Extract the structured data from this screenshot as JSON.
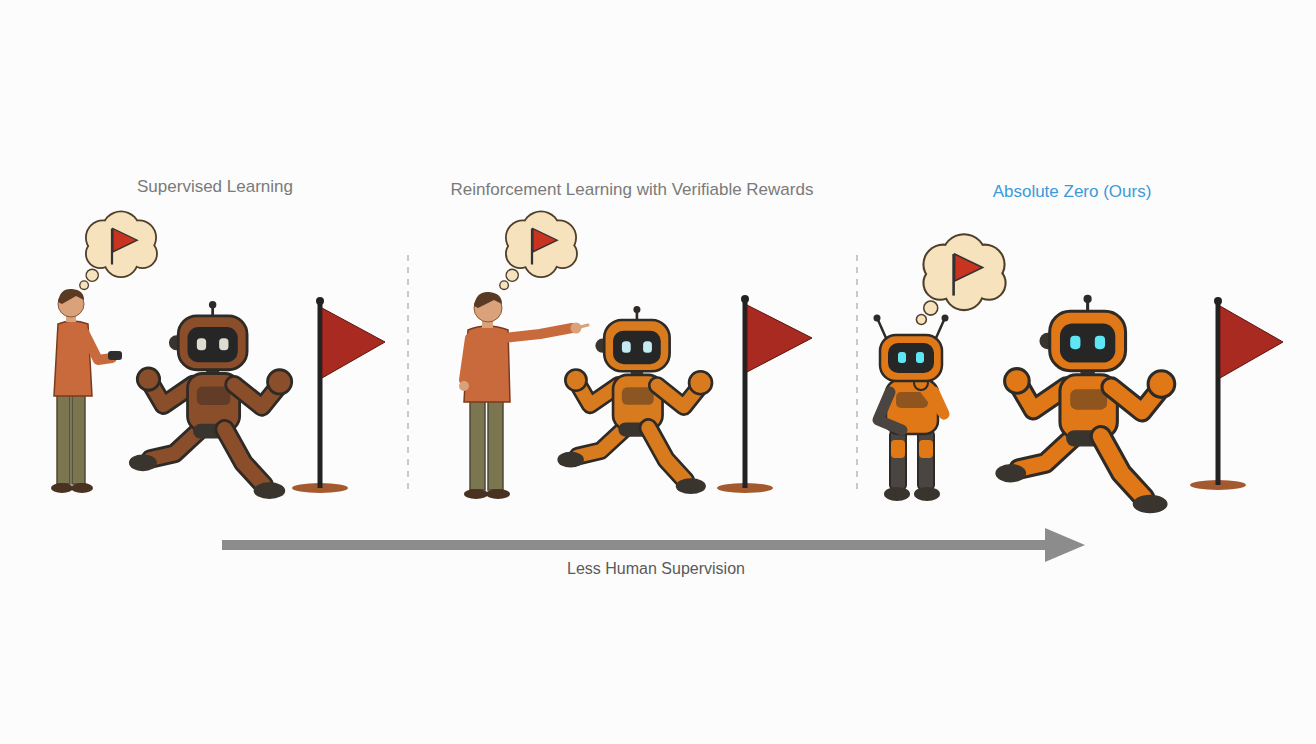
{
  "diagram": {
    "labels": [
      "Supervised Learning",
      "Reinforcement Learning with Verifiable Rewards",
      "Absolute Zero (Ours)",
      "Less Human Supervision"
    ]
  }
}
